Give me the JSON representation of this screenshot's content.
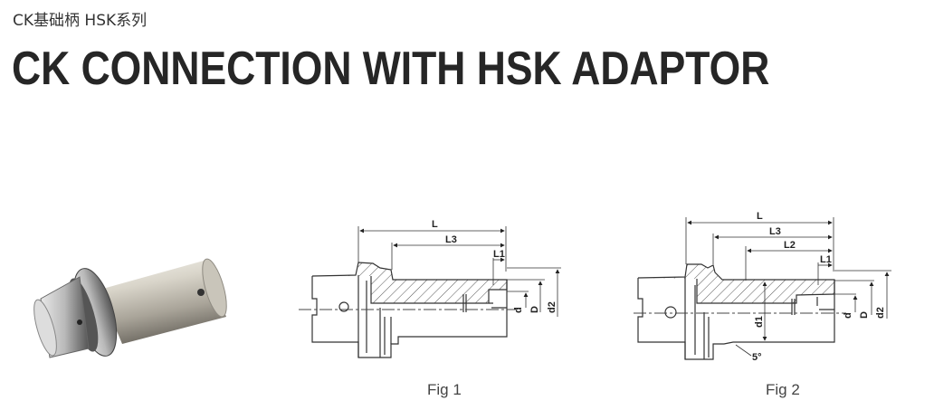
{
  "header": {
    "subtitle": "CK基础柄 HSK系列",
    "title": "CK CONNECTION WITH HSK ADAPTOR"
  },
  "figures": [
    {
      "caption": "Fig 1",
      "labels": {
        "L": "L",
        "L3": "L3",
        "L1": "L1",
        "d": "d",
        "D": "D",
        "d2": "d2"
      }
    },
    {
      "caption": "Fig 2",
      "labels": {
        "L": "L",
        "L3": "L3",
        "L2": "L2",
        "L1": "L1",
        "d": "d",
        "D": "D",
        "d2": "d2",
        "d1": "d1",
        "angle": "5°"
      }
    }
  ]
}
